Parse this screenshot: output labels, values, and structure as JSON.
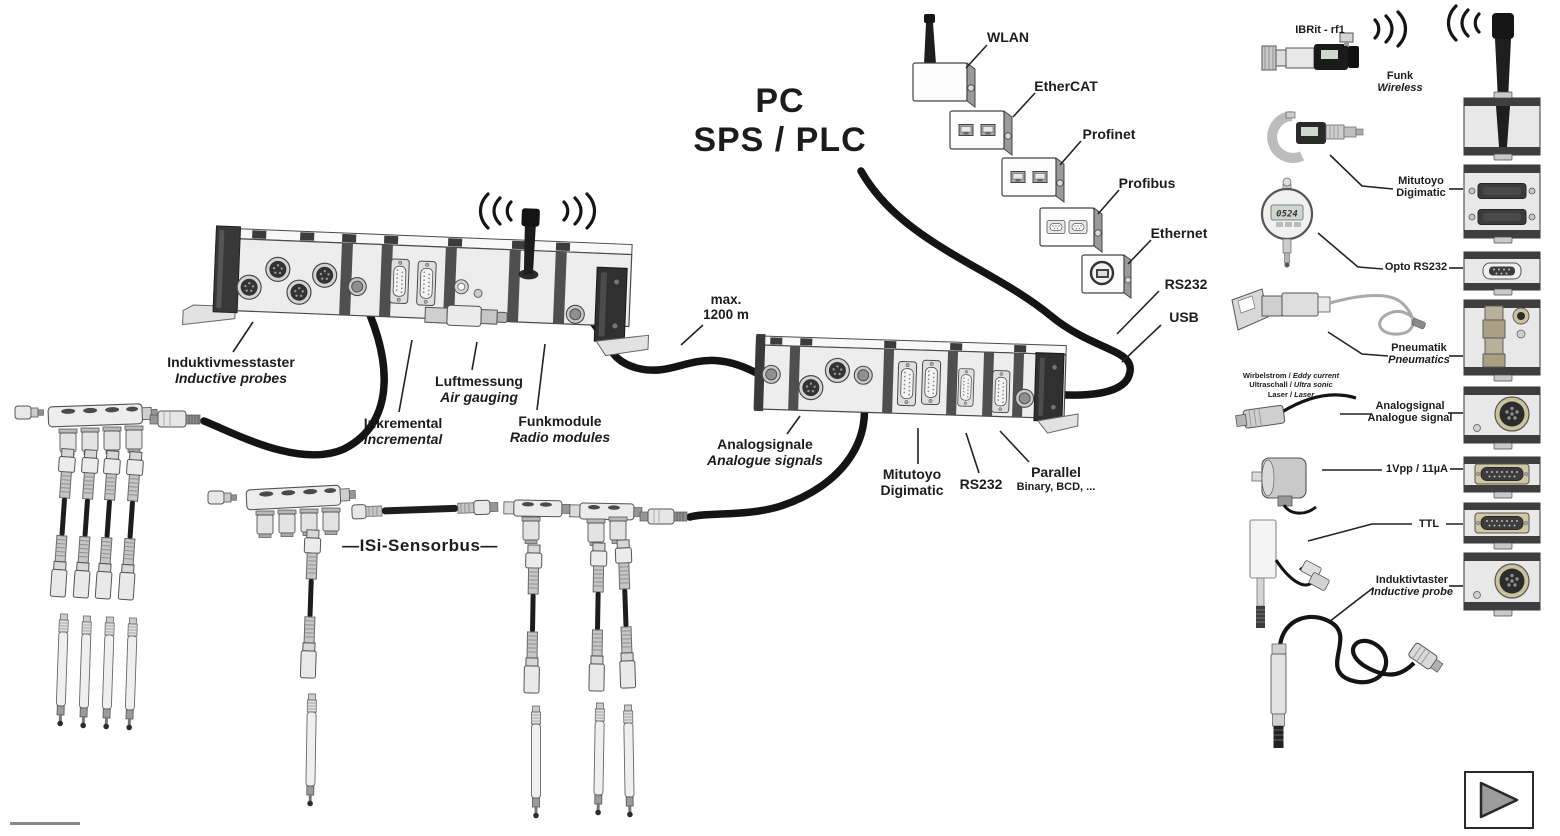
{
  "title": {
    "line1": "PC",
    "line2": "SPS / PLC"
  },
  "interfaces": {
    "wlan": "WLAN",
    "ethercat": "EtherCAT",
    "profinet": "Profinet",
    "profibus": "Profibus",
    "ethernet": "Ethernet",
    "rs232": "RS232",
    "usb": "USB"
  },
  "distance": {
    "line1": "max.",
    "line2": "1200 m"
  },
  "rail1": {
    "inductive_de": "Induktivmesstaster",
    "inductive_en": "Inductive probes",
    "incremental_de": "Inkremental",
    "incremental_en": "Incremental",
    "air_de": "Luftmessung",
    "air_en": "Air gauging",
    "radio_de": "Funkmodule",
    "radio_en": "Radio modules"
  },
  "rail2": {
    "analog_de": "Analogsignale",
    "analog_en": "Analogue signals",
    "mitutoyo1": "Mitutoyo",
    "mitutoyo2": "Digimatic",
    "rs232": "RS232",
    "parallel1": "Parallel",
    "parallel2": "Binary, BCD, ..."
  },
  "sensorbus_label": "—ISi-Sensorbus—",
  "right": {
    "ibrit": "IBRit - rf1",
    "funk_de": "Funk",
    "funk_en": "Wireless",
    "mitutoyo1": "Mitutoyo",
    "mitutoyo2": "Digimatic",
    "opto": "Opto RS232",
    "pneumatik_de": "Pneumatik",
    "pneumatik_en": "Pneumatics",
    "types_1de": "Wirbelstrom /",
    "types_1en": "Eddy current",
    "types_2de": "Ultraschall /",
    "types_2en": "Ultra sonic",
    "types_3de": "Laser /",
    "types_3en": "Laser",
    "analog_de": "Analogsignal",
    "analog_en": "Analogue signal",
    "vpp": "1Vpp / 11µA",
    "ttl": "TTL",
    "inductive_de": "Induktivtaster",
    "inductive_en": "Inductive probe",
    "dial_reading": "0524"
  },
  "icons": {
    "play": "play-triangle",
    "wireless_left": "radio-waves",
    "antenna": "antenna-rod"
  },
  "colors": {
    "cable": "#141414",
    "module_body": "#ededed",
    "module_cap": "#383838",
    "connector_khaki": "#c9c29b",
    "label_text": "#1c1c1c"
  }
}
